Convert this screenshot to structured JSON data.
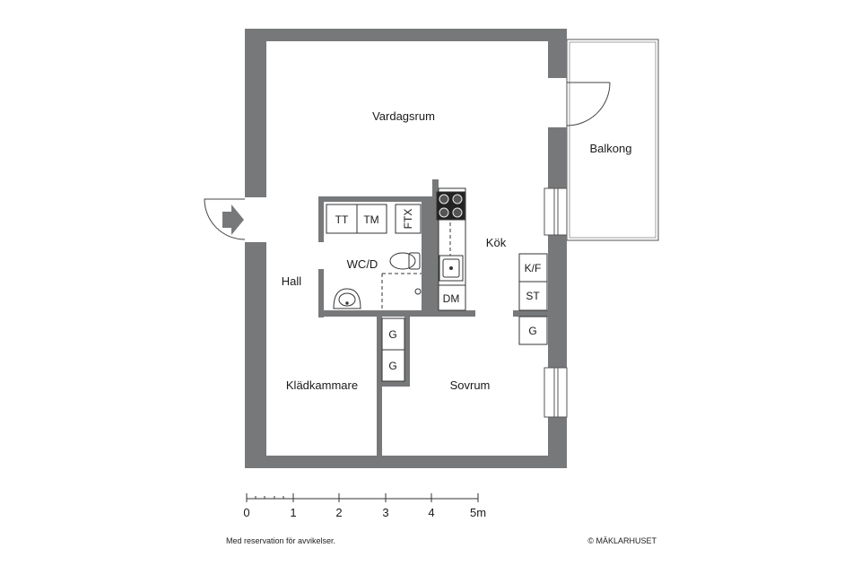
{
  "rooms": {
    "vardagsrum": "Vardagsrum",
    "balkong": "Balkong",
    "kok": "Kök",
    "hall": "Hall",
    "wcd": "WC/D",
    "kladkammare": "Klädkammare",
    "sovrum": "Sovrum"
  },
  "fixtures": {
    "tt": "TT",
    "tm": "TM",
    "ftx": "FTX",
    "dm": "DM",
    "kf": "K/F",
    "st": "ST",
    "g_kitchen": "G",
    "g_closet_1": "G",
    "g_closet_2": "G"
  },
  "scale": {
    "labels": [
      "0",
      "1",
      "2",
      "3",
      "4",
      "5m"
    ]
  },
  "footer": {
    "disclaimer": "Med reservation för avvikelser.",
    "copyright": "© MÄKLARHUSET"
  },
  "colors": {
    "wall": "#77787a",
    "line": "#333333",
    "glass": "#9a9a9a"
  }
}
